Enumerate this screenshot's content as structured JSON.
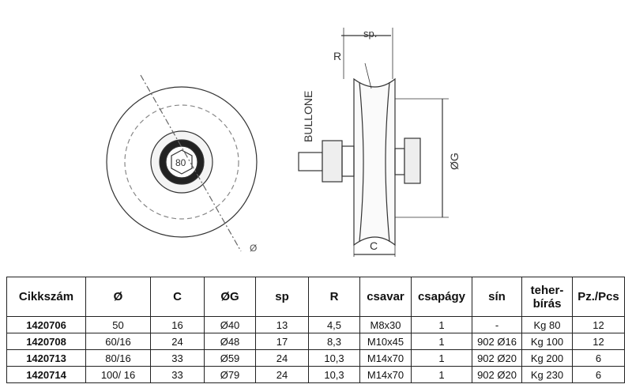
{
  "drawing": {
    "label_sp": "sp.",
    "label_r": "R",
    "label_bolt": "BULLONE",
    "label_og": "ØG",
    "label_c": "C",
    "label_d": "Ø",
    "hub_mark": "80"
  },
  "table": {
    "headers": [
      "Cikkszám",
      "Ø",
      "C",
      "ØG",
      "sp",
      "R",
      "csavar",
      "csapágy",
      "sín",
      "teher-bírás",
      "Pz./Pcs"
    ],
    "rows": [
      [
        "1420706",
        "50",
        "16",
        "Ø40",
        "13",
        "4,5",
        "M8x30",
        "1",
        "-",
        "Kg 80",
        "12"
      ],
      [
        "1420708",
        "60/16",
        "24",
        "Ø48",
        "17",
        "8,3",
        "M10x45",
        "1",
        "902 Ø16",
        "Kg 100",
        "12"
      ],
      [
        "1420713",
        "80/16",
        "33",
        "Ø59",
        "24",
        "10,3",
        "M14x70",
        "1",
        "902 Ø20",
        "Kg 200",
        "6"
      ],
      [
        "1420714",
        "100/ 16",
        "33",
        "Ø79",
        "24",
        "10,3",
        "M14x70",
        "1",
        "902 Ø20",
        "Kg 230",
        "6"
      ]
    ]
  }
}
